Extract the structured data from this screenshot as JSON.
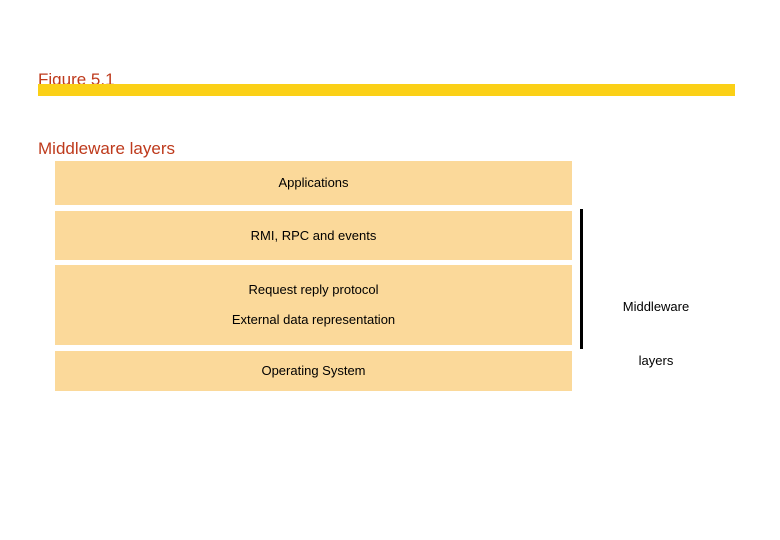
{
  "slide": {
    "title_line_1": "Figure 5.1",
    "title_line_2": "Middleware layers",
    "title_color": "#be3a1c",
    "rule_color": "#fbd016",
    "background_color": "#ffffff"
  },
  "diagram": {
    "box_fill_color": "#fbd99a",
    "box_text_color": "#000000",
    "layers": [
      {
        "label": "Applications"
      },
      {
        "label": "RMI, RPC and events"
      },
      {
        "label_line_1": "Request reply protocol",
        "label_line_2": "External data representation"
      },
      {
        "label": "Operating System"
      }
    ],
    "annotation": {
      "line_1": "Middleware",
      "line_2": "layers",
      "bracket_color": "#000000"
    }
  }
}
